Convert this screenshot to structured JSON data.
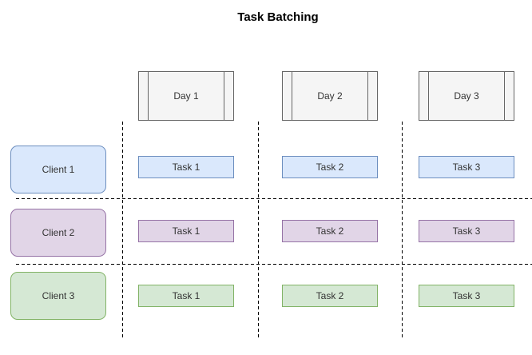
{
  "title": "Task Batching",
  "days": [
    {
      "label": "Day 1"
    },
    {
      "label": "Day 2"
    },
    {
      "label": "Day 3"
    }
  ],
  "clients": [
    {
      "label": "Client 1",
      "color_name": "blue",
      "fill": "#dae8fc",
      "stroke": "#6c8ebf",
      "tasks": [
        "Task 1",
        "Task 2",
        "Task 3"
      ]
    },
    {
      "label": "Client 2",
      "color_name": "purple",
      "fill": "#e1d5e7",
      "stroke": "#9673a6",
      "tasks": [
        "Task 1",
        "Task 2",
        "Task 3"
      ]
    },
    {
      "label": "Client 3",
      "color_name": "green",
      "fill": "#d5e8d4",
      "stroke": "#82b366",
      "tasks": [
        "Task 1",
        "Task 2",
        "Task 3"
      ]
    }
  ],
  "day_header_style": {
    "fill": "#f5f5f5",
    "stroke": "#666666"
  },
  "grid_lines": {
    "style": "dashed",
    "color": "#000000"
  }
}
